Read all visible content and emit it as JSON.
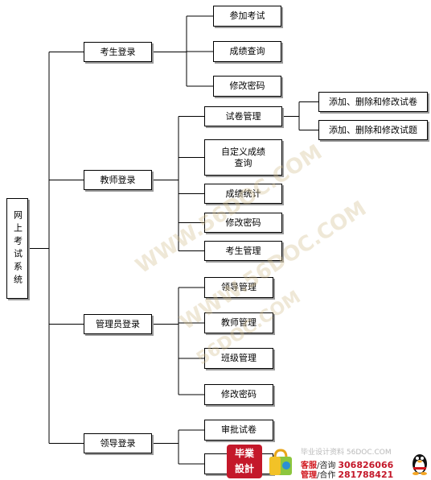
{
  "diagram": {
    "root": "网上考试系统",
    "branches": [
      {
        "id": "student",
        "label": "考生登录",
        "children": [
          {
            "id": "take-exam",
            "label": "参加考试"
          },
          {
            "id": "score-query",
            "label": "成绩查询"
          },
          {
            "id": "change-pwd",
            "label": "修改密码"
          }
        ]
      },
      {
        "id": "teacher",
        "label": "教师登录",
        "children": [
          {
            "id": "paper-mgmt",
            "label": "试卷管理",
            "children": [
              {
                "id": "paper-edit",
                "label": "添加、删除和修改试卷"
              },
              {
                "id": "question-edit",
                "label": "添加、删除和修改试题"
              }
            ]
          },
          {
            "id": "custom-score-query",
            "label": "自定义成绩\n查询"
          },
          {
            "id": "score-stats",
            "label": "成绩统计"
          },
          {
            "id": "change-pwd",
            "label": "修改密码"
          },
          {
            "id": "student-mgmt",
            "label": "考生管理"
          }
        ]
      },
      {
        "id": "admin",
        "label": "管理员登录",
        "children": [
          {
            "id": "leader-mgmt",
            "label": "领导管理"
          },
          {
            "id": "teacher-mgmt",
            "label": "教师管理"
          },
          {
            "id": "class-mgmt",
            "label": "班级管理"
          },
          {
            "id": "change-pwd",
            "label": "修改密码"
          }
        ]
      },
      {
        "id": "leader",
        "label": "领导登录",
        "children": [
          {
            "id": "review-paper",
            "label": "审批试卷"
          },
          {
            "id": "hidden-item",
            "label": ""
          }
        ]
      }
    ]
  },
  "watermark": {
    "text_1": "WWW.56DOC.COM",
    "text_2": "WWW.56DOC.COM",
    "text_3": "56DOC.COM"
  },
  "footer": {
    "logo_text": "毕業\n設計",
    "site_text": "毕业设计资料 56DOC.COM",
    "service_label": "客服",
    "service_sep": "/",
    "service_action": "咨询",
    "service_number": "306826066",
    "admin_label": "管理",
    "admin_sep": "/",
    "admin_action": "合作",
    "admin_number": "281788421"
  }
}
